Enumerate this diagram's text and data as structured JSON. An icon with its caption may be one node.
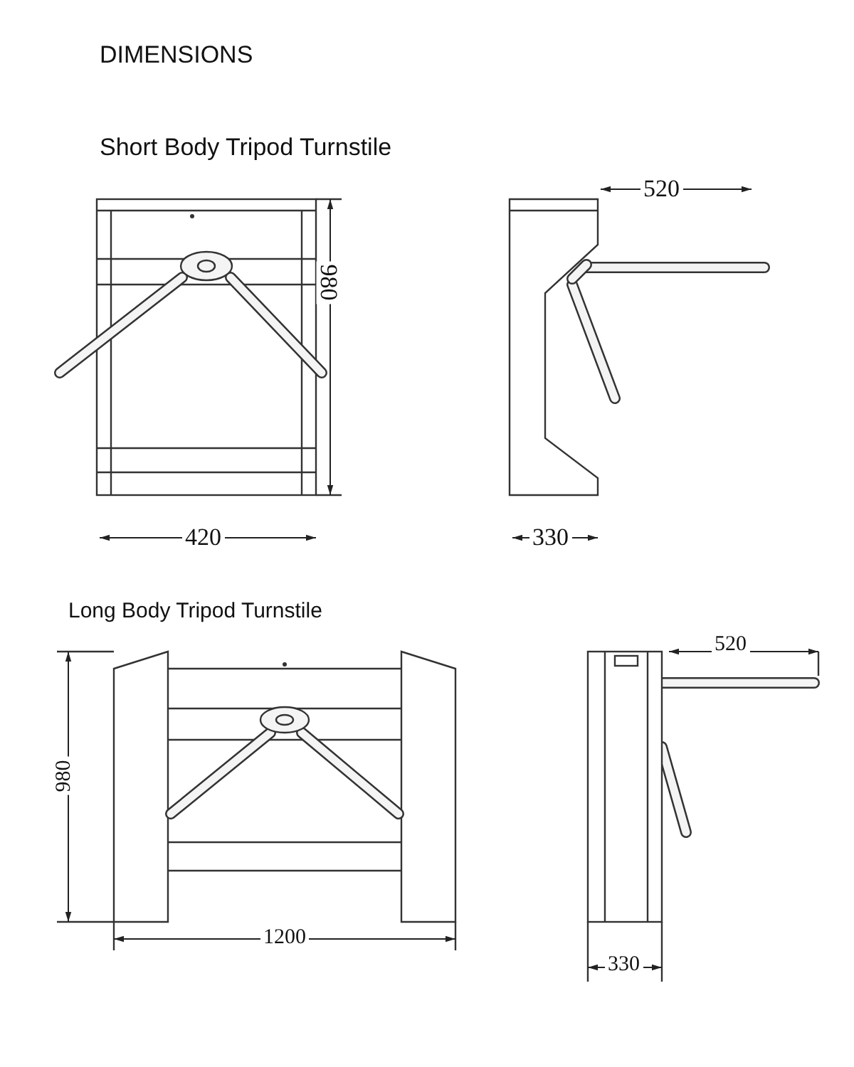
{
  "diagram": {
    "title": "DIMENSIONS",
    "labels": [
      "Short Body Tripod Turnstile",
      "520",
      "980",
      "420",
      "330",
      "Long Body Tripod Turnstile",
      "520",
      "980",
      "1200",
      "330"
    ]
  }
}
